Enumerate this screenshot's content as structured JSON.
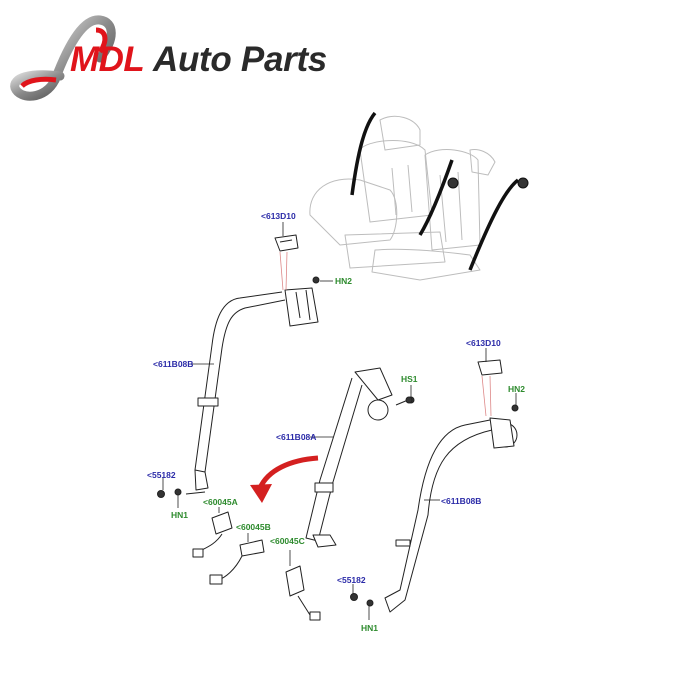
{
  "brand": {
    "name_part1": "MDL",
    "name_part2": "Auto Parts",
    "colors": {
      "red": "#e0141b",
      "dark": "#2a2a2a",
      "swoosh": "#9a9a9a"
    }
  },
  "diagram": {
    "title": "Rear seat belt assembly exploded view",
    "arrow_color": "#d42020",
    "labels": {
      "b1": "<613D10",
      "b2": "HN2",
      "b3": "<611B08B",
      "b4": "<55182",
      "b5": "HN1",
      "b6": "<60045A",
      "b7": "<60045B",
      "b8": "<60045C",
      "b9": "HS1",
      "b10": "<611B08A",
      "b11": "<613D10",
      "b12": "HN2",
      "b13": "<611B08B",
      "b14": "<55182",
      "b15": "HN1"
    },
    "colors": {
      "part_number": "#2b2ba8",
      "fastener": "#2e8b2e"
    }
  }
}
